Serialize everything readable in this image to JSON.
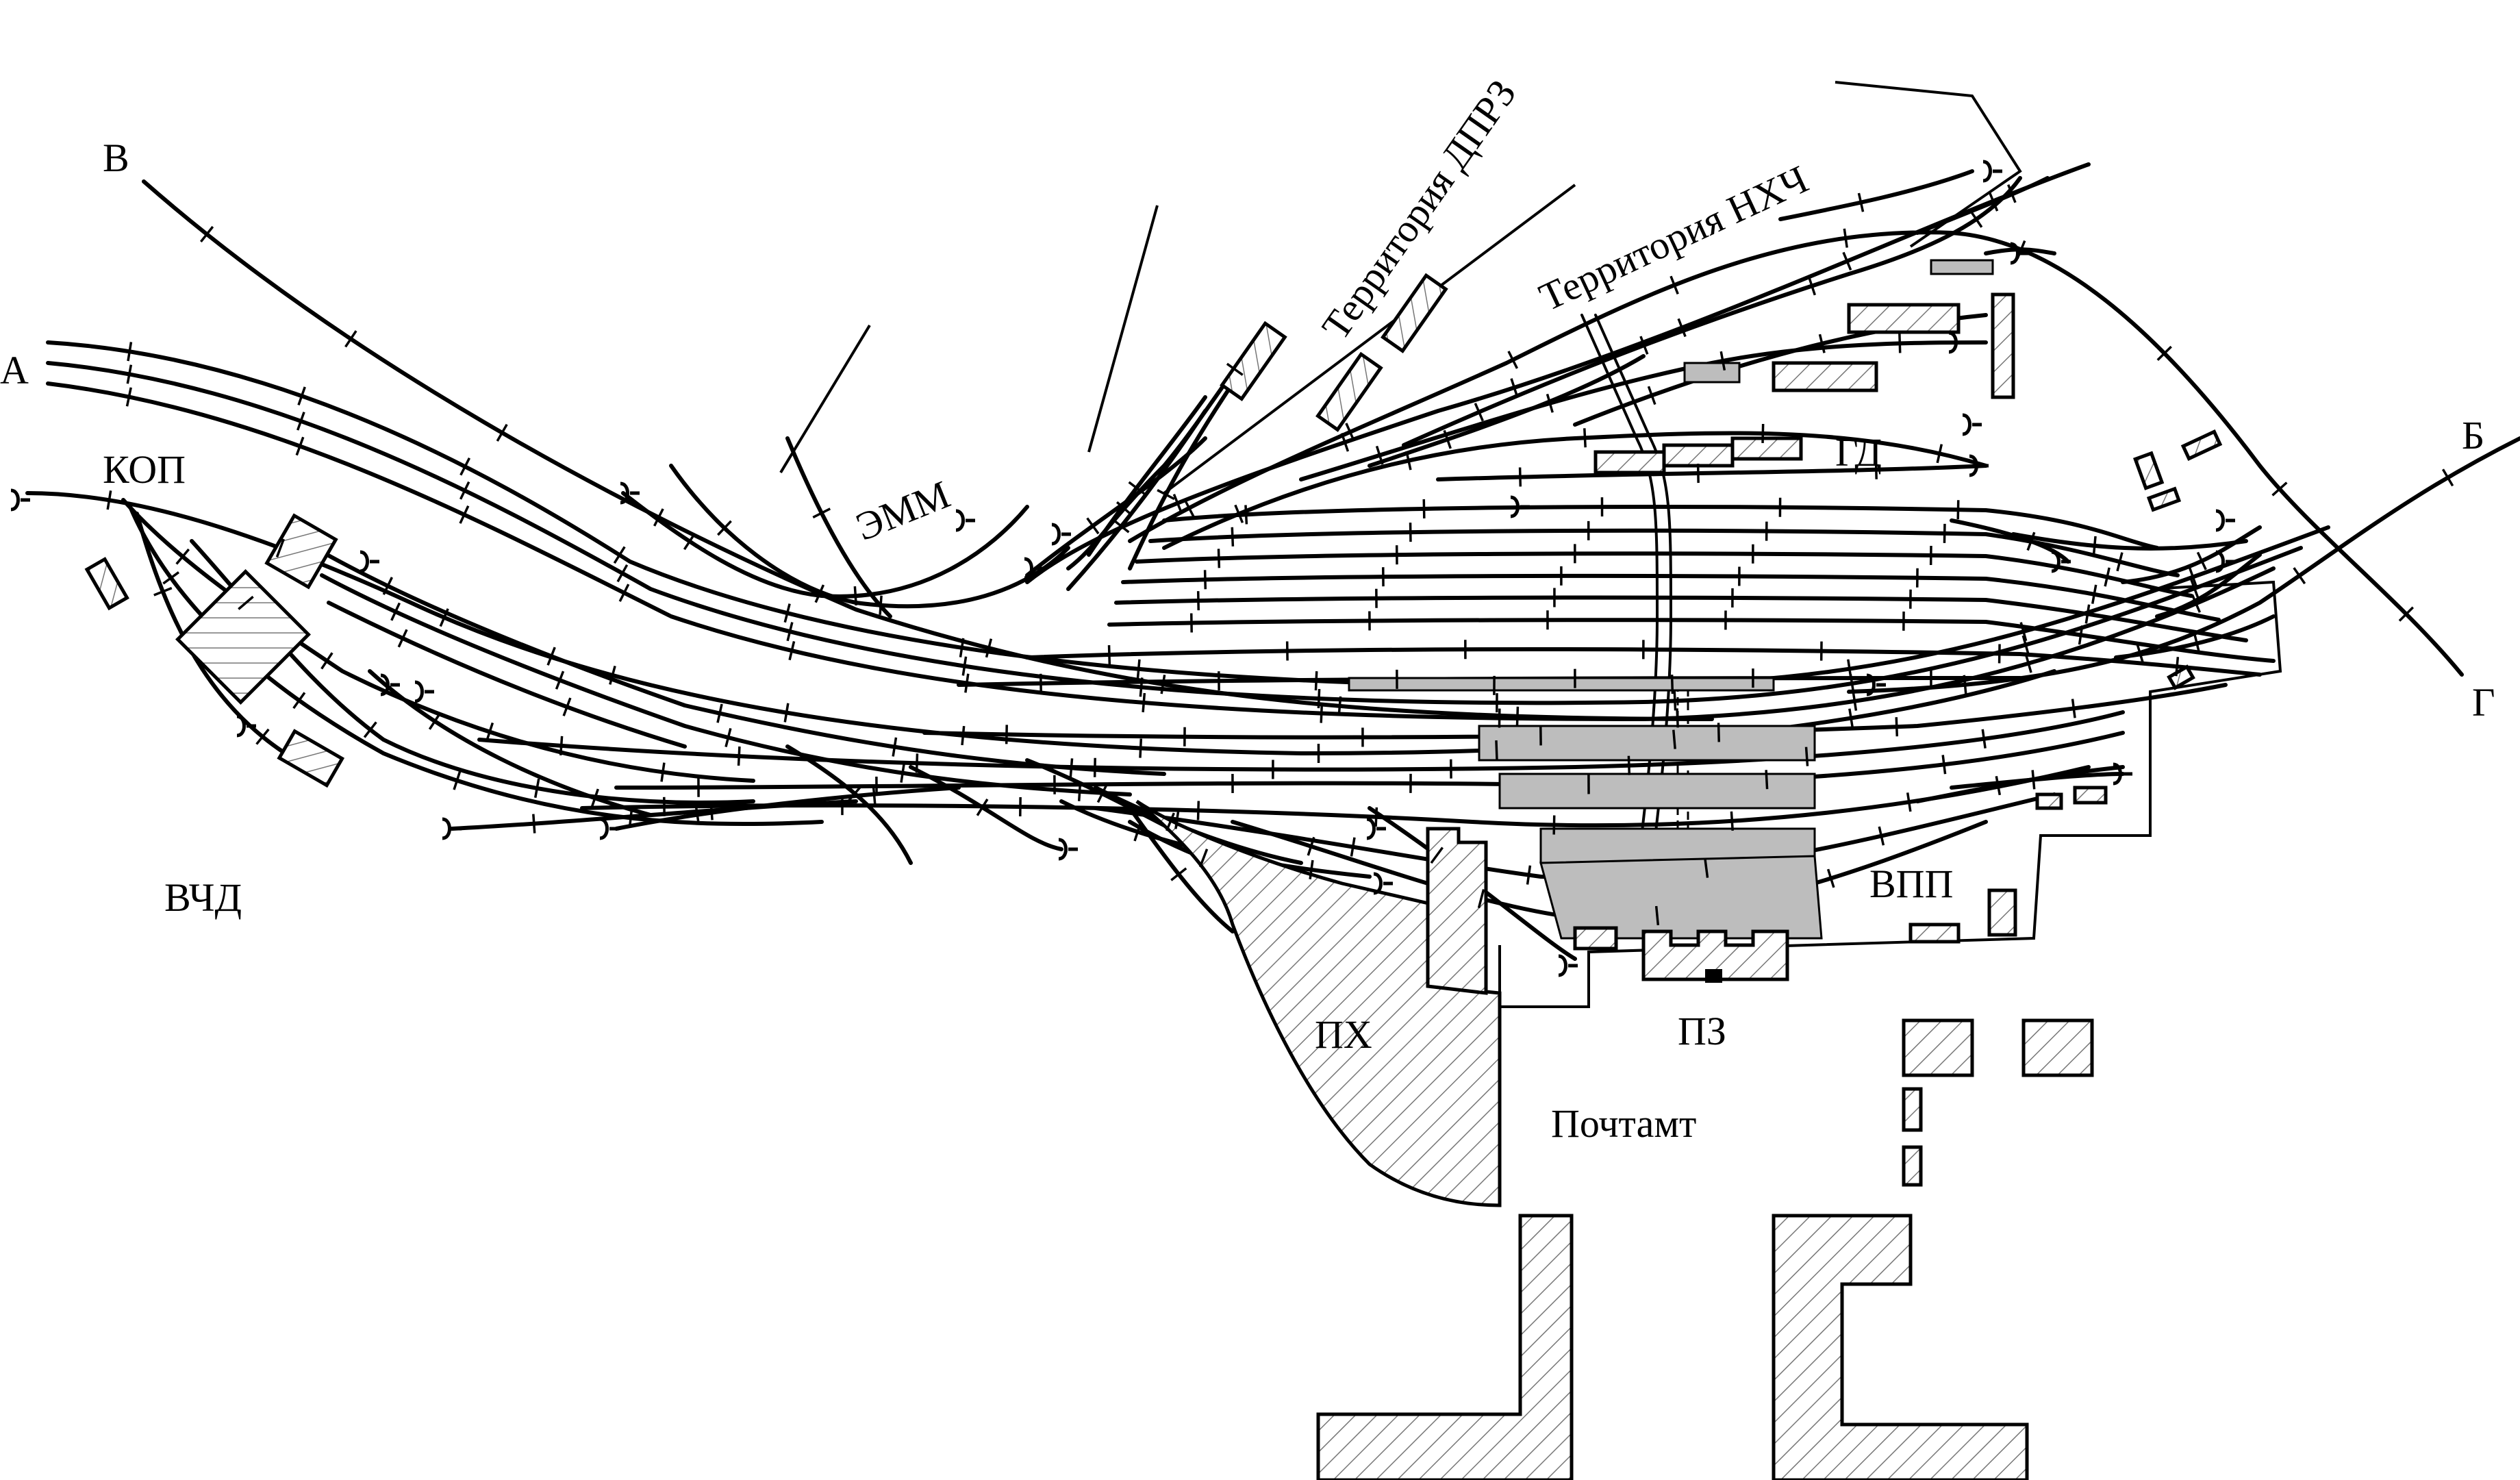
{
  "labels": {
    "a": "А",
    "b": "Б",
    "v": "В",
    "g": "Г",
    "kop": "КОП",
    "vchd": "ВЧД",
    "emm": "ЭММ",
    "dprz": "Территория ДПРЗ",
    "nhch": "Территория НХЧ",
    "gd": "ГД",
    "vpp": "ВПП",
    "ph": "ПХ",
    "pz": "ПЗ",
    "pochtamt": "Почтамт"
  },
  "colors": {
    "line": "#000000",
    "platform": "#bdbdbd",
    "hatch": "#777777",
    "background": "#ffffff"
  }
}
